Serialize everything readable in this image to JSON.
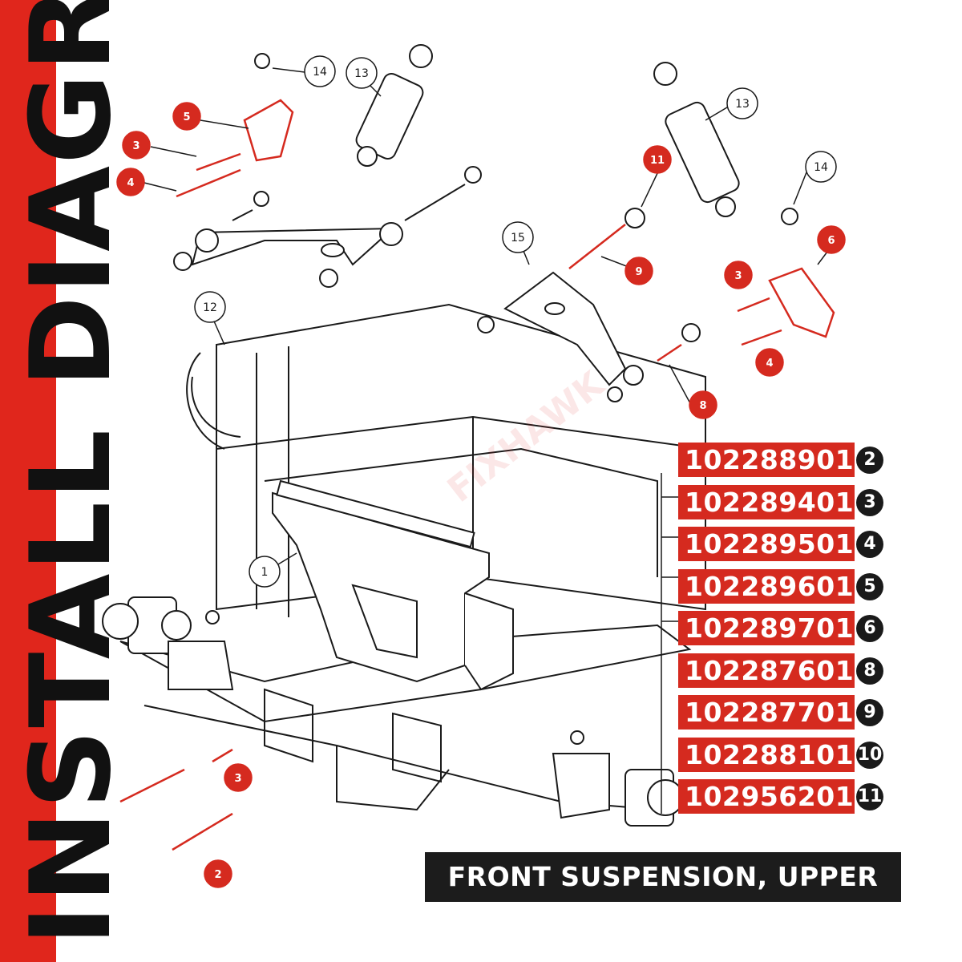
{
  "title": "INSTALL DIAGRAM",
  "caption": "FRONT SUSPENSION, UPPER",
  "watermark": "FIXHAWK",
  "colors": {
    "accent_red": "#d52a1f",
    "band_red": "#e0261c",
    "dark": "#1c1c1c",
    "line": "#1a1a1a"
  },
  "parts": [
    {
      "number": "102288901",
      "ref": "2"
    },
    {
      "number": "102289401",
      "ref": "3"
    },
    {
      "number": "102289501",
      "ref": "4"
    },
    {
      "number": "102289601",
      "ref": "5"
    },
    {
      "number": "102289701",
      "ref": "6"
    },
    {
      "number": "102287601",
      "ref": "8"
    },
    {
      "number": "102287701",
      "ref": "9"
    },
    {
      "number": "102288101",
      "ref": "10"
    },
    {
      "number": "102956201",
      "ref": "11"
    }
  ],
  "callouts_white": [
    "14",
    "13",
    "13",
    "14",
    "15",
    "12",
    "1"
  ],
  "callouts_red": [
    "5",
    "3",
    "4",
    "11",
    "9",
    "6",
    "3",
    "4",
    "8",
    "3",
    "2"
  ]
}
